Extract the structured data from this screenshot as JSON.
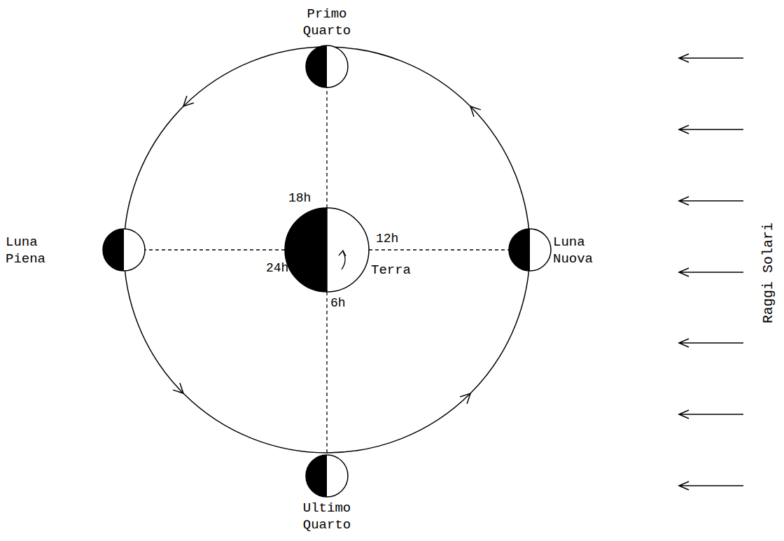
{
  "diagram": {
    "nodes": [
      {
        "text": [
          "Primo Quarto"
        ]
      },
      {
        "text": [
          "Luna Piena"
        ]
      },
      {
        "text": [
          "Terra"
        ]
      },
      {
        "text": [
          "Luna Nuova"
        ]
      },
      {
        "text": [
          "Ultimo Quarto"
        ]
      }
    ],
    "edges": [
      {
        "from": 2,
        "to": 0,
        "arrow": "none"
      },
      {
        "from": 2,
        "to": 1,
        "arrow": "none"
      },
      {
        "from": 2,
        "to": 3,
        "arrow": "none"
      },
      {
        "from": 2,
        "to": 4,
        "arrow": "none"
      }
    ],
    "labels": [
      "18h",
      "12h",
      "24h",
      "6h",
      "Raggi Solari"
    ]
  }
}
